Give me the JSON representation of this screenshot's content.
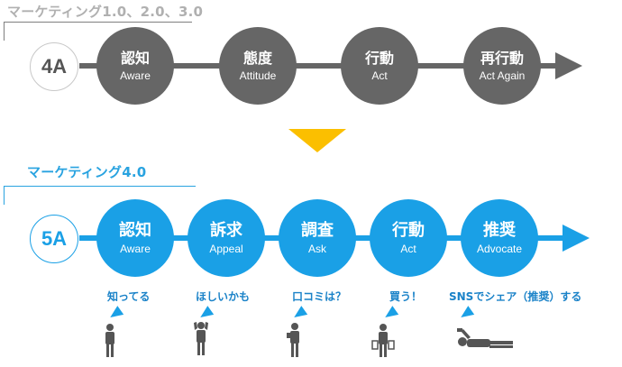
{
  "old_model": {
    "header": "マーケティング1.0、2.0、3.0",
    "lead_label": "4A",
    "stages": [
      {
        "jp": "認知",
        "en": "Aware"
      },
      {
        "jp": "態度",
        "en": "Attitude"
      },
      {
        "jp": "行動",
        "en": "Act"
      },
      {
        "jp": "再行動",
        "en": "Act Again"
      }
    ]
  },
  "new_model": {
    "header": "マーケティング4.0",
    "lead_label": "5A",
    "stages": [
      {
        "jp": "認知",
        "en": "Aware",
        "caption": "知ってる",
        "figure": "standing-person-icon"
      },
      {
        "jp": "訴求",
        "en": "Appeal",
        "caption": "ほしいかも",
        "figure": "person-hands-on-head-icon"
      },
      {
        "jp": "調査",
        "en": "Ask",
        "caption": "口コミは？",
        "figure": "person-with-phone-icon"
      },
      {
        "jp": "行動",
        "en": "Act",
        "caption": "買う！",
        "figure": "person-with-shopping-bags-icon"
      },
      {
        "jp": "推奨",
        "en": "Advocate",
        "caption": "SNSでシェア（推奨）する",
        "figure": "person-lying-with-phone-icon"
      }
    ]
  },
  "transition_icon": "down-triangle-icon",
  "colors": {
    "old": "#666666",
    "new": "#1aa0e6",
    "arrow": "#fbbf00",
    "caption": "#1a82c8"
  }
}
